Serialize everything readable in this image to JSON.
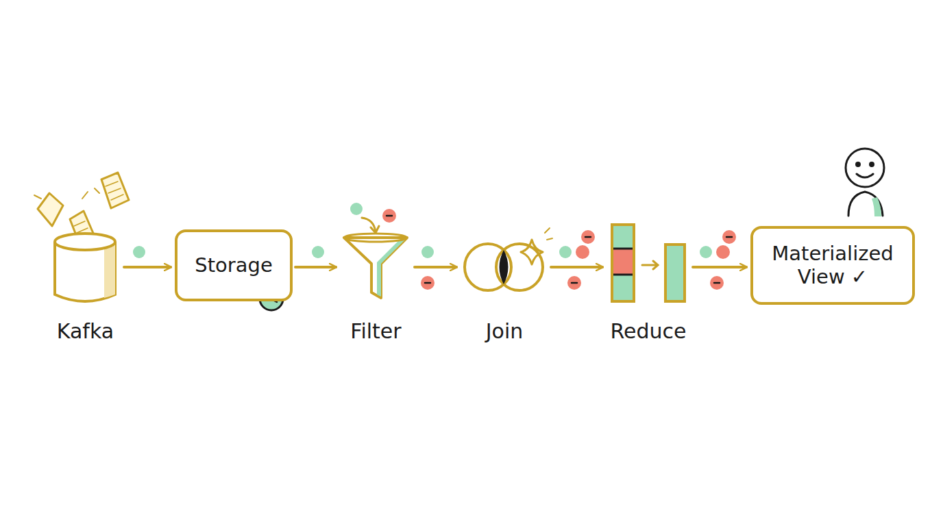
{
  "diagram": {
    "nodes": [
      {
        "text": [
          "Kafka"
        ]
      },
      {
        "text": [
          "Storage"
        ]
      },
      {
        "text": [
          "Filter"
        ]
      },
      {
        "text": [
          "Join"
        ]
      },
      {
        "text": [
          "Reduce"
        ]
      },
      {
        "text": [
          "Materialized View ✓"
        ]
      }
    ],
    "edges": [
      {
        "from": 0,
        "to": 1,
        "arrow": "to"
      },
      {
        "from": 1,
        "to": 2,
        "arrow": "to"
      },
      {
        "from": 2,
        "to": 3,
        "arrow": "to"
      },
      {
        "from": 3,
        "to": 4,
        "arrow": "to"
      },
      {
        "from": 4,
        "to": 5,
        "arrow": "to"
      }
    ]
  }
}
